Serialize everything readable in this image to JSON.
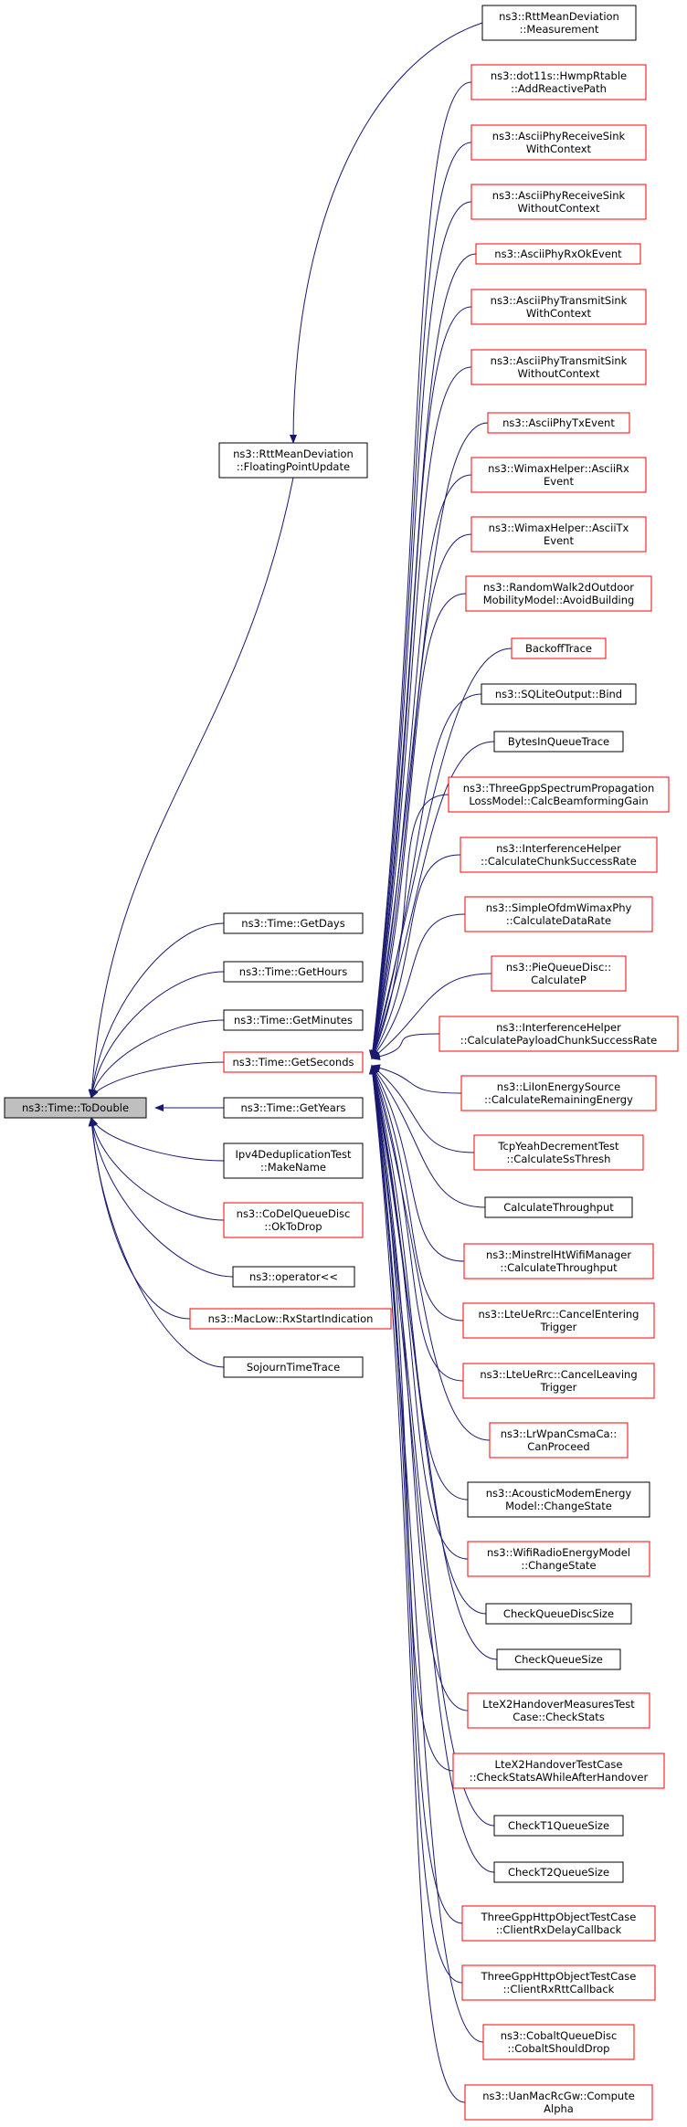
{
  "diagram": {
    "colors": {
      "edge": "#191970",
      "border_documented": "#000000",
      "border_undocumented": "#ff0000",
      "focus_fill": "#bfbfbf"
    },
    "nodes": [
      {
        "id": "todouble",
        "lines": [
          "ns3::Time::ToDouble"
        ],
        "border": "black",
        "focus": true
      },
      {
        "id": "rtt-floating",
        "lines": [
          "ns3::RttMeanDeviation",
          "::FloatingPointUpdate"
        ],
        "border": "black"
      },
      {
        "id": "getdays",
        "lines": [
          "ns3::Time::GetDays"
        ],
        "border": "black"
      },
      {
        "id": "gethours",
        "lines": [
          "ns3::Time::GetHours"
        ],
        "border": "black"
      },
      {
        "id": "getminutes",
        "lines": [
          "ns3::Time::GetMinutes"
        ],
        "border": "black"
      },
      {
        "id": "getseconds",
        "lines": [
          "ns3::Time::GetSeconds"
        ],
        "border": "red"
      },
      {
        "id": "getyears",
        "lines": [
          "ns3::Time::GetYears"
        ],
        "border": "black"
      },
      {
        "id": "ipv4dedup",
        "lines": [
          "Ipv4DeduplicationTest",
          "::MakeName"
        ],
        "border": "black"
      },
      {
        "id": "codel",
        "lines": [
          "ns3::CoDelQueueDisc",
          "::OkToDrop"
        ],
        "border": "red"
      },
      {
        "id": "operator",
        "lines": [
          "ns3::operator<<"
        ],
        "border": "black"
      },
      {
        "id": "maclow",
        "lines": [
          "ns3::MacLow::RxStartIndication"
        ],
        "border": "red"
      },
      {
        "id": "sojourn",
        "lines": [
          "SojournTimeTrace"
        ],
        "border": "black"
      },
      {
        "id": "rtt-measurement",
        "lines": [
          "ns3::RttMeanDeviation",
          "::Measurement"
        ],
        "border": "black"
      },
      {
        "id": "hwmp",
        "lines": [
          "ns3::dot11s::HwmpRtable",
          "::AddReactivePath"
        ],
        "border": "red"
      },
      {
        "id": "ascii-rx-with",
        "lines": [
          "ns3::AsciiPhyReceiveSink",
          "WithContext"
        ],
        "border": "red"
      },
      {
        "id": "ascii-rx-without",
        "lines": [
          "ns3::AsciiPhyReceiveSink",
          "WithoutContext"
        ],
        "border": "red"
      },
      {
        "id": "ascii-rxok",
        "lines": [
          "ns3::AsciiPhyRxOkEvent"
        ],
        "border": "red"
      },
      {
        "id": "ascii-tx-with",
        "lines": [
          "ns3::AsciiPhyTransmitSink",
          "WithContext"
        ],
        "border": "red"
      },
      {
        "id": "ascii-tx-without",
        "lines": [
          "ns3::AsciiPhyTransmitSink",
          "WithoutContext"
        ],
        "border": "red"
      },
      {
        "id": "ascii-txevent",
        "lines": [
          "ns3::AsciiPhyTxEvent"
        ],
        "border": "red"
      },
      {
        "id": "wimax-rx",
        "lines": [
          "ns3::WimaxHelper::AsciiRx",
          "Event"
        ],
        "border": "red"
      },
      {
        "id": "wimax-tx",
        "lines": [
          "ns3::WimaxHelper::AsciiTx",
          "Event"
        ],
        "border": "red"
      },
      {
        "id": "randomwalk",
        "lines": [
          "ns3::RandomWalk2dOutdoor",
          "MobilityModel::AvoidBuilding"
        ],
        "border": "red"
      },
      {
        "id": "backoff",
        "lines": [
          "BackoffTrace"
        ],
        "border": "red"
      },
      {
        "id": "sqlite",
        "lines": [
          "ns3::SQLiteOutput::Bind"
        ],
        "border": "black"
      },
      {
        "id": "bytesinqueue",
        "lines": [
          "BytesInQueueTrace"
        ],
        "border": "black"
      },
      {
        "id": "threegpp-spectrum",
        "lines": [
          "ns3::ThreeGppSpectrumPropagation",
          "LossModel::CalcBeamformingGain"
        ],
        "border": "red"
      },
      {
        "id": "interf-chunk",
        "lines": [
          "ns3::InterferenceHelper",
          "::CalculateChunkSuccessRate"
        ],
        "border": "red"
      },
      {
        "id": "ofdm-datarate",
        "lines": [
          "ns3::SimpleOfdmWimaxPhy",
          "::CalculateDataRate"
        ],
        "border": "red"
      },
      {
        "id": "pie-calcp",
        "lines": [
          "ns3::PieQueueDisc::",
          "CalculateP"
        ],
        "border": "red"
      },
      {
        "id": "interf-payload",
        "lines": [
          "ns3::InterferenceHelper",
          "::CalculatePayloadChunkSuccessRate"
        ],
        "border": "red"
      },
      {
        "id": "liion",
        "lines": [
          "ns3::LiIonEnergySource",
          "::CalculateRemainingEnergy"
        ],
        "border": "red"
      },
      {
        "id": "tcpyeah",
        "lines": [
          "TcpYeahDecrementTest",
          "::CalculateSsThresh"
        ],
        "border": "red"
      },
      {
        "id": "calc-throughput",
        "lines": [
          "CalculateThroughput"
        ],
        "border": "black"
      },
      {
        "id": "minstrel",
        "lines": [
          "ns3::MinstrelHtWifiManager",
          "::CalculateThroughput"
        ],
        "border": "red"
      },
      {
        "id": "lte-cancel-entering",
        "lines": [
          "ns3::LteUeRrc::CancelEntering",
          "Trigger"
        ],
        "border": "red"
      },
      {
        "id": "lte-cancel-leaving",
        "lines": [
          "ns3::LteUeRrc::CancelLeaving",
          "Trigger"
        ],
        "border": "red"
      },
      {
        "id": "lrwpan",
        "lines": [
          "ns3::LrWpanCsmaCa::",
          "CanProceed"
        ],
        "border": "red"
      },
      {
        "id": "acoustic",
        "lines": [
          "ns3::AcousticModemEnergy",
          "Model::ChangeState"
        ],
        "border": "black"
      },
      {
        "id": "wifiradio",
        "lines": [
          "ns3::WifiRadioEnergyModel",
          "::ChangeState"
        ],
        "border": "red"
      },
      {
        "id": "check-qdisc",
        "lines": [
          "CheckQueueDiscSize"
        ],
        "border": "black"
      },
      {
        "id": "check-qsize",
        "lines": [
          "CheckQueueSize"
        ],
        "border": "black"
      },
      {
        "id": "ltex2-measures",
        "lines": [
          "LteX2HandoverMeasuresTest",
          "Case::CheckStats"
        ],
        "border": "red"
      },
      {
        "id": "ltex2-handover",
        "lines": [
          "LteX2HandoverTestCase",
          "::CheckStatsAWhileAfterHandover"
        ],
        "border": "red"
      },
      {
        "id": "check-t1",
        "lines": [
          "CheckT1QueueSize"
        ],
        "border": "black"
      },
      {
        "id": "check-t2",
        "lines": [
          "CheckT2QueueSize"
        ],
        "border": "black"
      },
      {
        "id": "http-delay",
        "lines": [
          "ThreeGppHttpObjectTestCase",
          "::ClientRxDelayCallback"
        ],
        "border": "red"
      },
      {
        "id": "http-rtt",
        "lines": [
          "ThreeGppHttpObjectTestCase",
          "::ClientRxRttCallback"
        ],
        "border": "red"
      },
      {
        "id": "cobalt",
        "lines": [
          "ns3::CobaltQueueDisc",
          "::CobaltShouldDrop"
        ],
        "border": "red"
      },
      {
        "id": "uanmac",
        "lines": [
          "ns3::UanMacRcGw::Compute",
          "Alpha"
        ],
        "border": "red"
      }
    ]
  }
}
